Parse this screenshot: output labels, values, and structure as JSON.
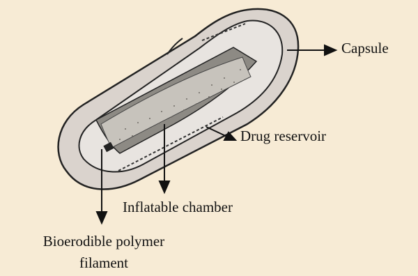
{
  "diagram": {
    "labels": {
      "capsule": "Capsule",
      "drug_reservoir": "Drug reservoir",
      "inflatable_chamber": "Inflatable chamber",
      "filament_line1": "Bioerodible polymer",
      "filament_line2": "filament"
    },
    "colors": {
      "background": "#f7ebd5",
      "capsule_shell": "#dad3cd",
      "capsule_inner": "#e8e4e0",
      "chamber_fill": "#8d8a84",
      "reservoir_fill": "#c7c3bc",
      "outline": "#222222"
    }
  }
}
